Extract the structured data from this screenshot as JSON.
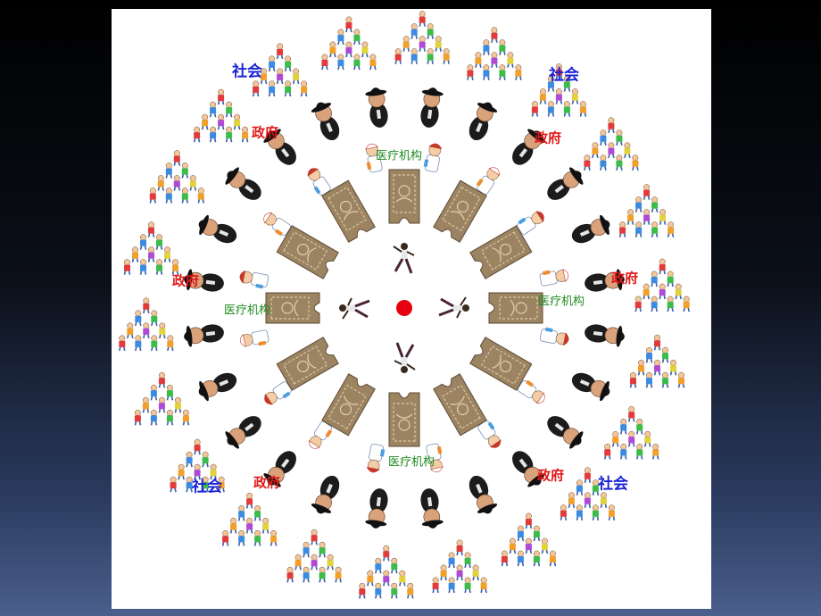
{
  "labels": {
    "society": "社会",
    "government": "政府",
    "medical": "医疗机构"
  },
  "colors": {
    "society": "#1a22d6",
    "government": "#e01818",
    "medical": "#1e8a1e",
    "center_dot": "#e60012",
    "tablet": "#9c8463"
  },
  "rings": [
    {
      "name": "pyramids",
      "icon": "people-pyramid-icon",
      "count": 22
    },
    {
      "name": "officials",
      "icon": "official-figure-icon",
      "count": 24
    },
    {
      "name": "medics",
      "icon": "medical-worker-icon",
      "count": 16
    },
    {
      "name": "tablets",
      "icon": "carved-tablet-icon",
      "count": 12
    },
    {
      "name": "dancers",
      "icon": "dancer-icon",
      "count": 4
    }
  ]
}
